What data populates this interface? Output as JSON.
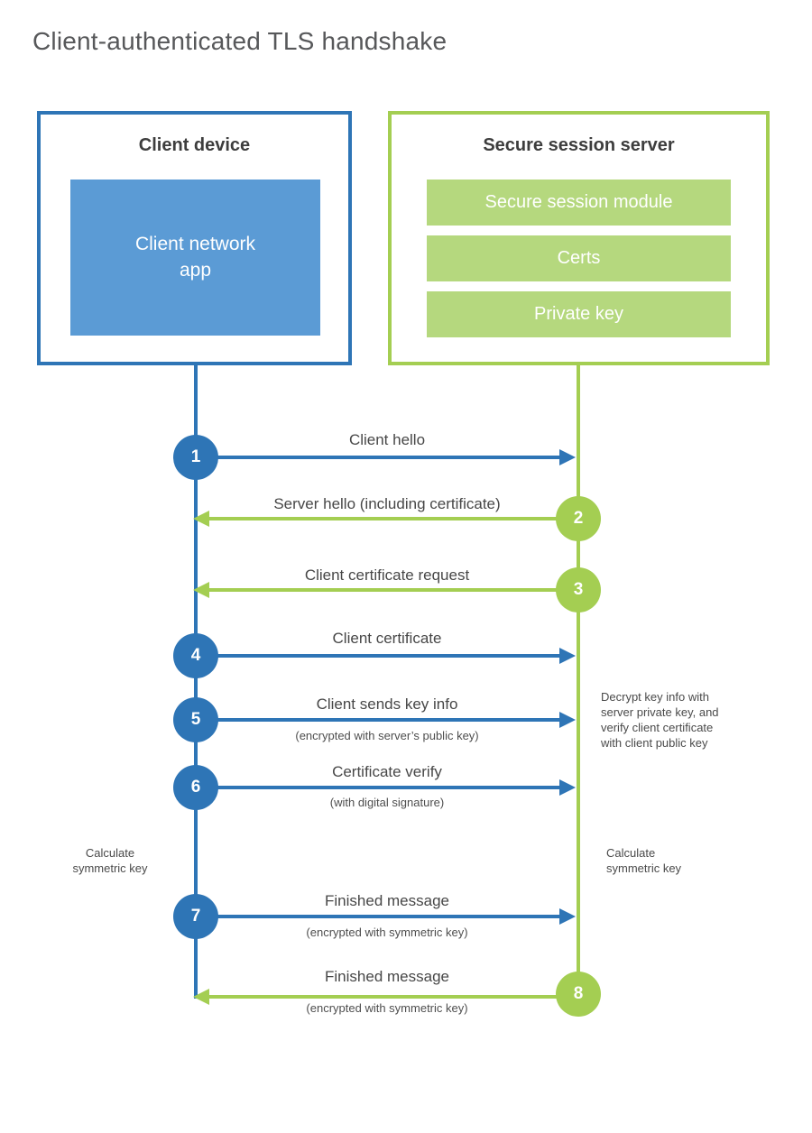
{
  "title": "Client-authenticated TLS handshake",
  "client": {
    "heading": "Client device",
    "app": "Client network\napp"
  },
  "server": {
    "heading": "Secure session server",
    "modules": [
      "Secure session module",
      "Certs",
      "Private key"
    ]
  },
  "messages": [
    {
      "num": "1",
      "from": "client",
      "label": "Client hello",
      "sub": ""
    },
    {
      "num": "2",
      "from": "server",
      "label": "Server hello (including certificate)",
      "sub": ""
    },
    {
      "num": "3",
      "from": "server",
      "label": "Client certificate request",
      "sub": ""
    },
    {
      "num": "4",
      "from": "client",
      "label": "Client certificate",
      "sub": ""
    },
    {
      "num": "5",
      "from": "client",
      "label": "Client sends key info",
      "sub": "(encrypted with server’s public key)"
    },
    {
      "num": "6",
      "from": "client",
      "label": "Certificate verify",
      "sub": "(with digital signature)"
    },
    {
      "num": "7",
      "from": "client",
      "label": "Finished message",
      "sub": "(encrypted with symmetric key)"
    },
    {
      "num": "8",
      "from": "server",
      "label": "Finished message",
      "sub": "(encrypted with symmetric key)"
    }
  ],
  "notes": {
    "decrypt": "Decrypt key info with\nserver private key, and\nverify client certificate\nwith client public key",
    "calc_left": "Calculate\nsymmetric key",
    "calc_right": "Calculate\nsymmetric key"
  },
  "colors": {
    "blue": "#2e75b6",
    "blue_fill": "#5b9bd5",
    "green": "#a4ce52",
    "green_fill": "#b5d87e"
  }
}
